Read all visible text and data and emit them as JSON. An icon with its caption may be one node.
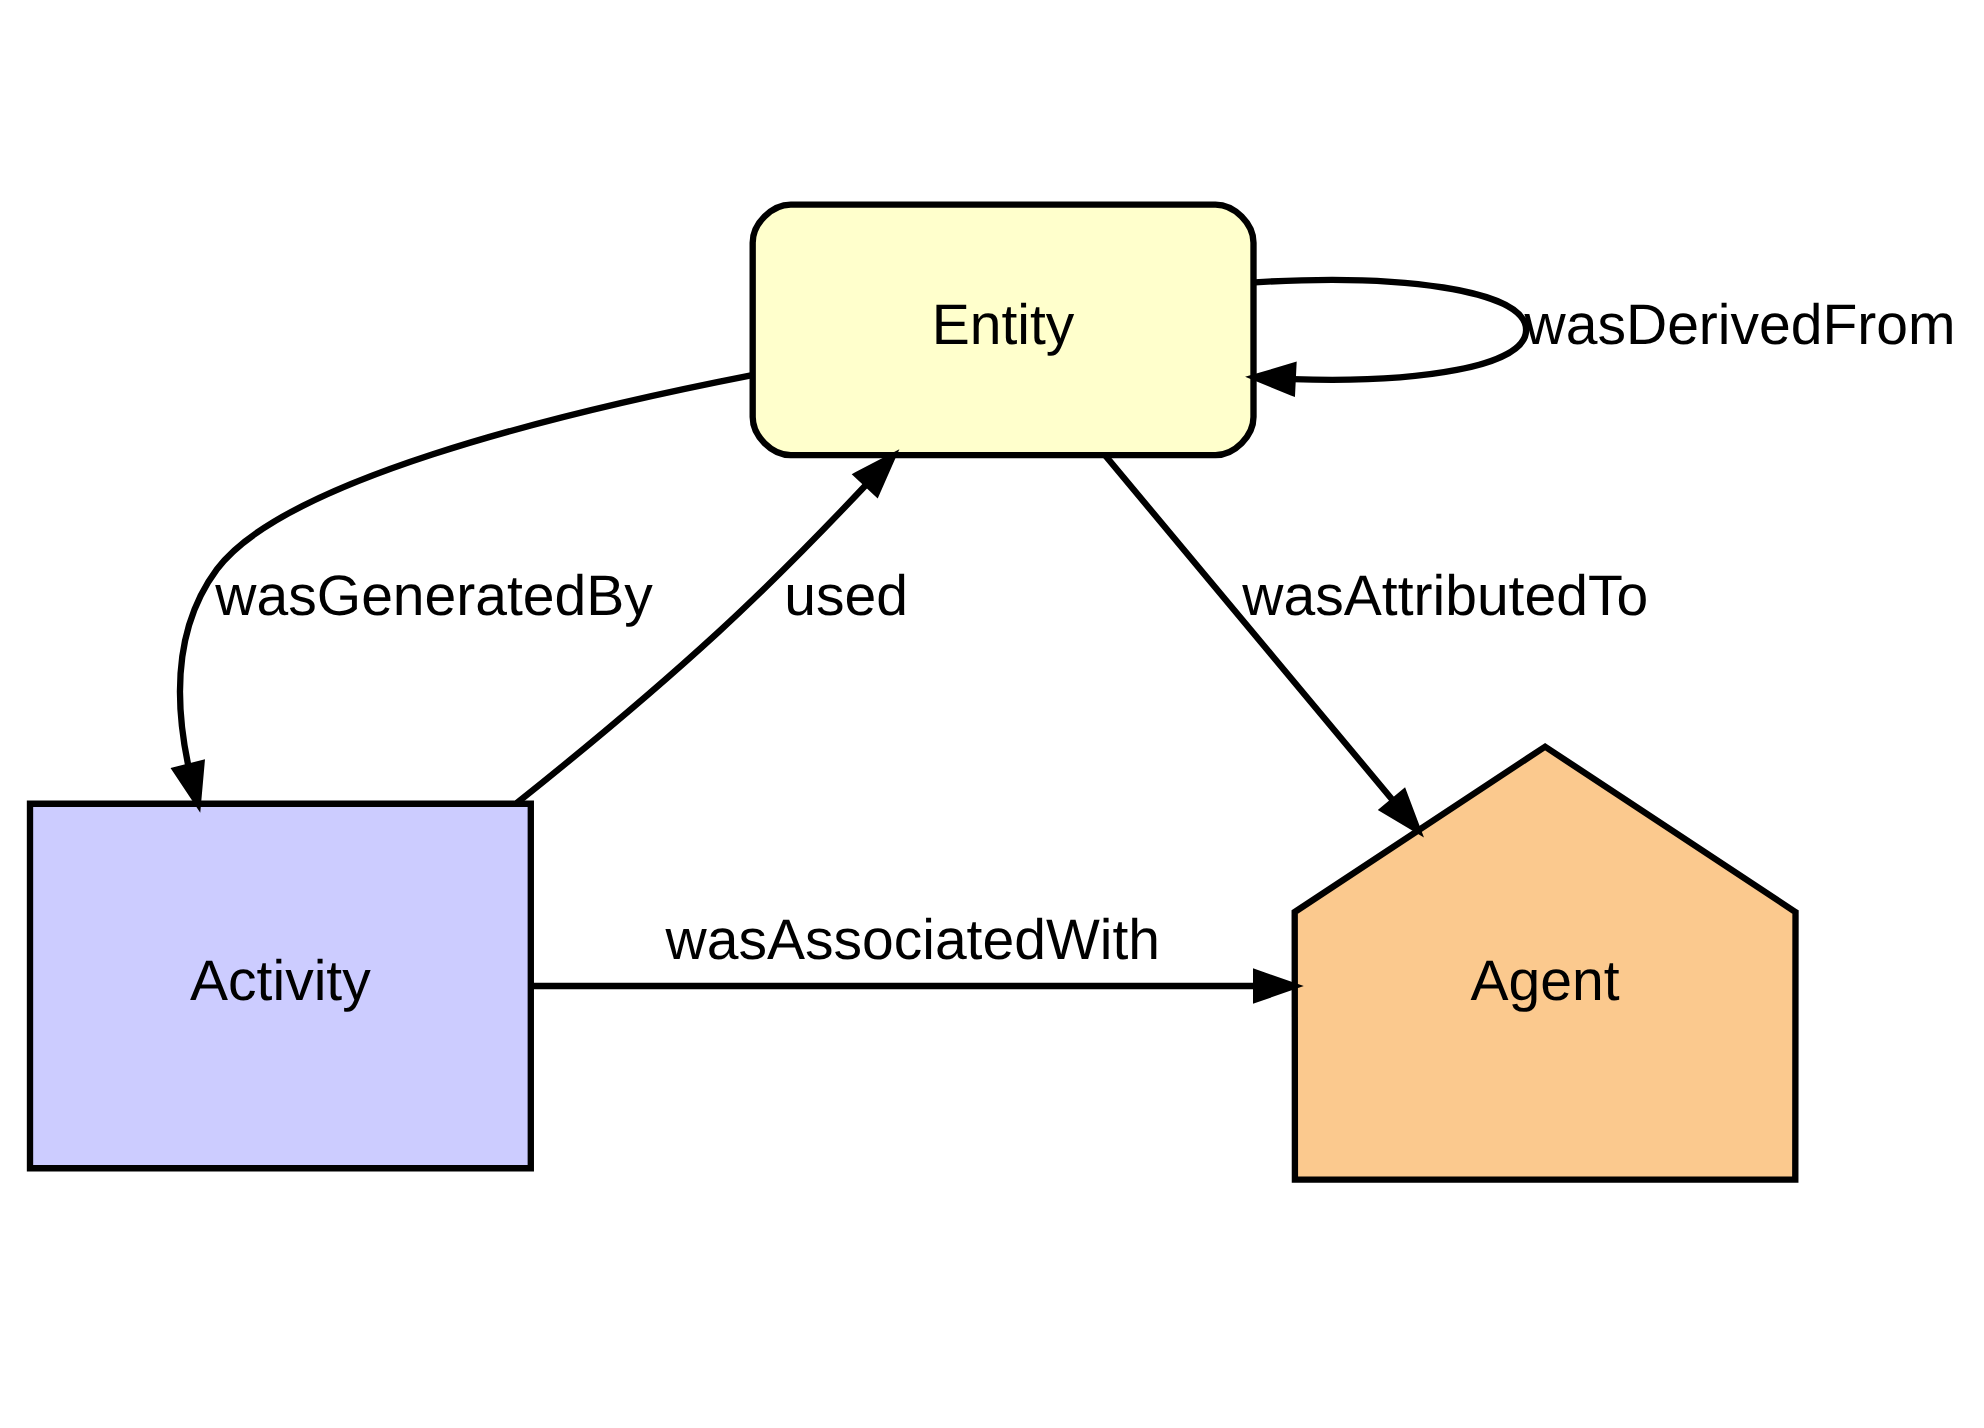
{
  "diagram": {
    "nodes": [
      {
        "text": [
          "Entity"
        ]
      },
      {
        "text": [
          "Agent"
        ]
      },
      {
        "text": [
          "Activity"
        ]
      }
    ],
    "edges": [
      {
        "from": 0,
        "to": 0,
        "arrow": "to",
        "label": "wasDerivedFrom"
      },
      {
        "from": 0,
        "to": 1,
        "arrow": "to",
        "label": "wasAttributedTo"
      },
      {
        "from": 2,
        "to": 0,
        "arrow": "to",
        "label": "used"
      },
      {
        "from": 0,
        "to": 2,
        "arrow": "to",
        "label": "wasGeneratedBy"
      },
      {
        "from": 2,
        "to": 1,
        "arrow": "to",
        "label": "wasAssociatedWith"
      }
    ]
  }
}
